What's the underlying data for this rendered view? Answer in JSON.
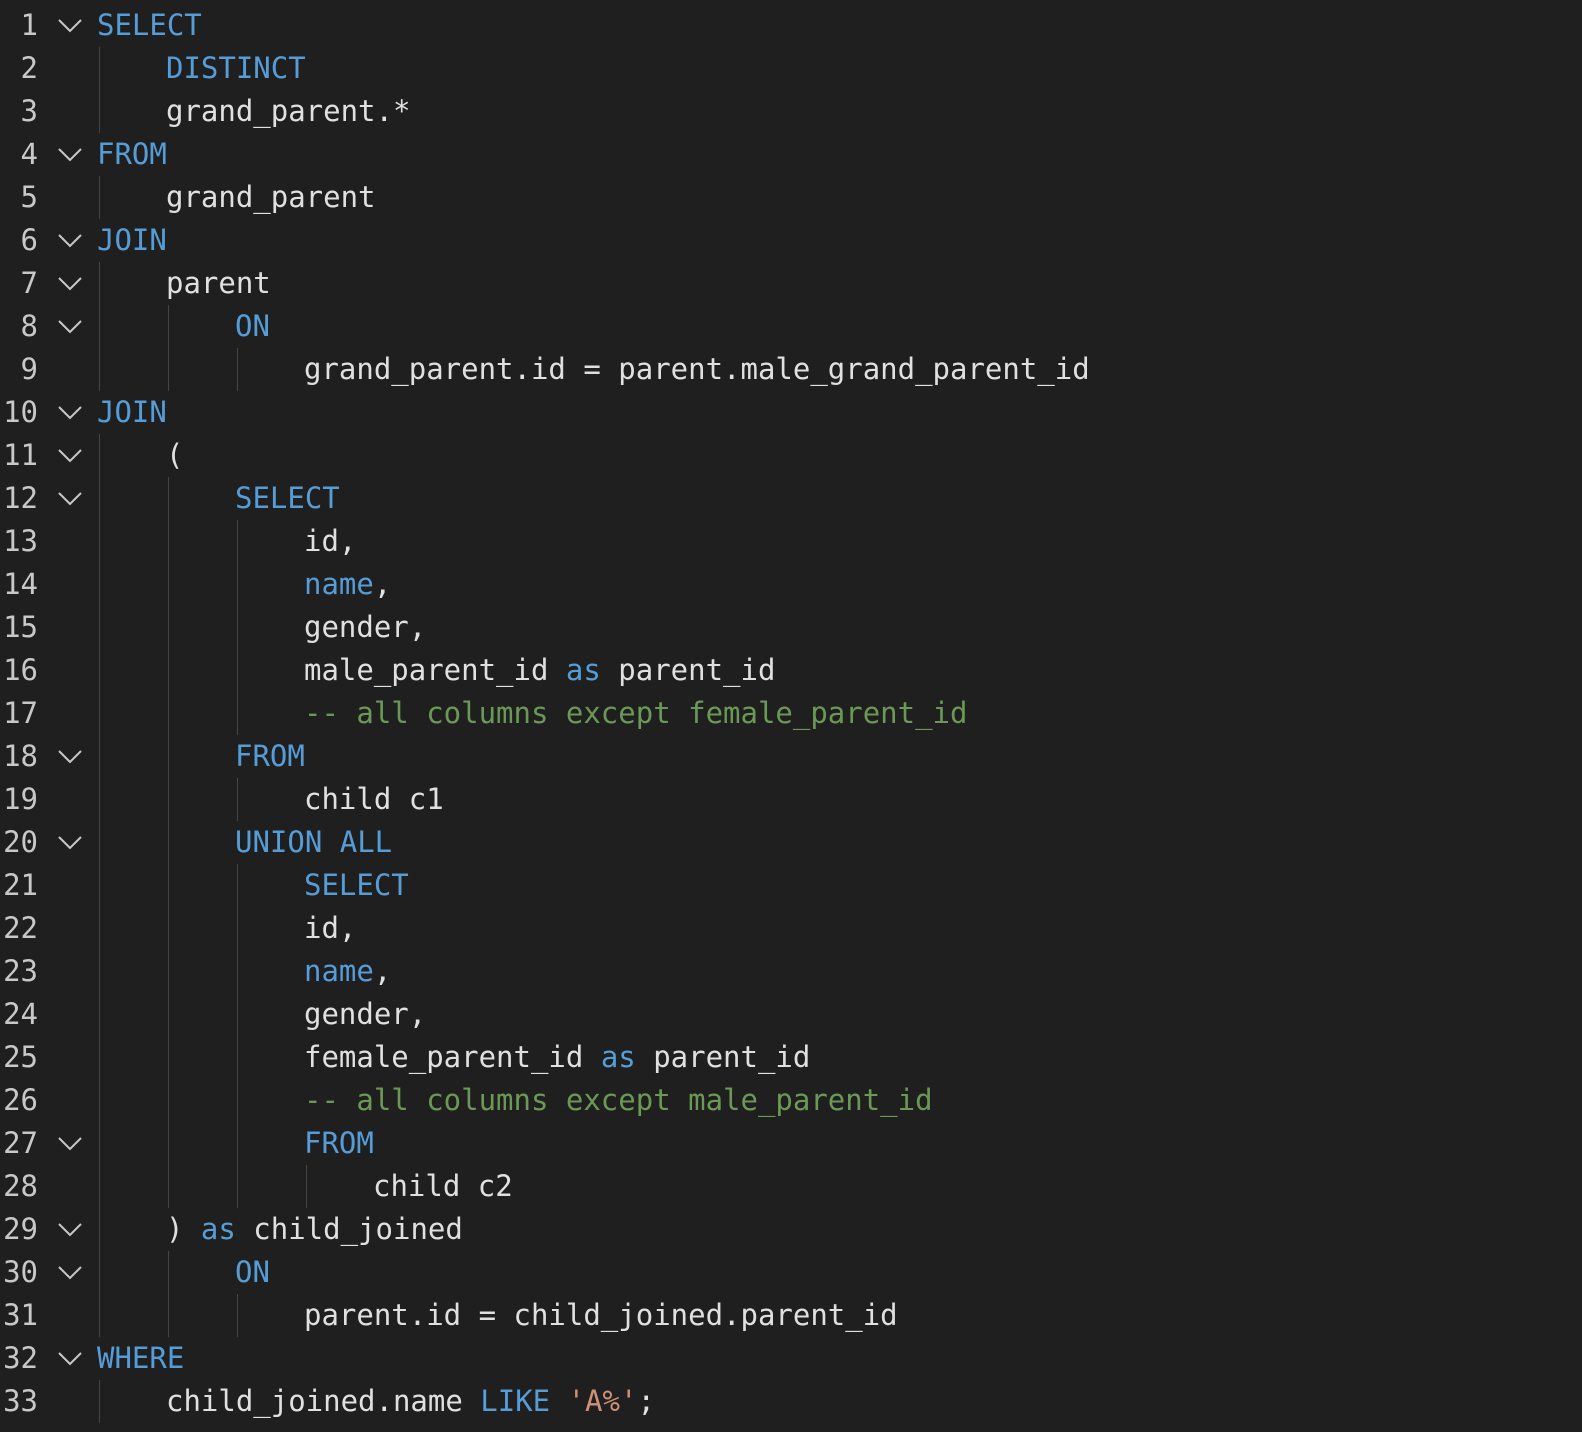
{
  "editor": {
    "colors": {
      "background": "#1f1f1f",
      "keyword": "#569cd6",
      "identifier": "#e0e0e0",
      "comment": "#6a9955",
      "string": "#ce9178",
      "line_number": "#c8c8c8",
      "indent_guide": "#454545"
    },
    "lines": [
      {
        "n": "1",
        "indent": 0,
        "fold": true,
        "tokens": [
          {
            "t": "SELECT",
            "c": "kw"
          }
        ]
      },
      {
        "n": "2",
        "indent": 1,
        "fold": false,
        "tokens": [
          {
            "t": "DISTINCT",
            "c": "kw"
          }
        ]
      },
      {
        "n": "3",
        "indent": 1,
        "fold": false,
        "tokens": [
          {
            "t": "grand_parent.*",
            "c": "id"
          }
        ]
      },
      {
        "n": "4",
        "indent": 0,
        "fold": true,
        "tokens": [
          {
            "t": "FROM",
            "c": "kw"
          }
        ]
      },
      {
        "n": "5",
        "indent": 1,
        "fold": false,
        "tokens": [
          {
            "t": "grand_parent",
            "c": "id"
          }
        ]
      },
      {
        "n": "6",
        "indent": 0,
        "fold": true,
        "tokens": [
          {
            "t": "JOIN",
            "c": "kw"
          }
        ]
      },
      {
        "n": "7",
        "indent": 1,
        "fold": true,
        "tokens": [
          {
            "t": "parent",
            "c": "id"
          }
        ]
      },
      {
        "n": "8",
        "indent": 2,
        "fold": true,
        "tokens": [
          {
            "t": "ON",
            "c": "kw"
          }
        ]
      },
      {
        "n": "9",
        "indent": 3,
        "fold": false,
        "tokens": [
          {
            "t": "grand_parent.id = parent.male_grand_parent_id",
            "c": "id"
          }
        ]
      },
      {
        "n": "10",
        "indent": 0,
        "fold": true,
        "tokens": [
          {
            "t": "JOIN",
            "c": "kw"
          }
        ]
      },
      {
        "n": "11",
        "indent": 1,
        "fold": true,
        "tokens": [
          {
            "t": "(",
            "c": "id"
          }
        ]
      },
      {
        "n": "12",
        "indent": 2,
        "fold": true,
        "tokens": [
          {
            "t": "SELECT",
            "c": "kw"
          }
        ]
      },
      {
        "n": "13",
        "indent": 3,
        "fold": false,
        "tokens": [
          {
            "t": "id,",
            "c": "id"
          }
        ]
      },
      {
        "n": "14",
        "indent": 3,
        "fold": false,
        "tokens": [
          {
            "t": "name",
            "c": "kw"
          },
          {
            "t": ",",
            "c": "id"
          }
        ]
      },
      {
        "n": "15",
        "indent": 3,
        "fold": false,
        "tokens": [
          {
            "t": "gender,",
            "c": "id"
          }
        ]
      },
      {
        "n": "16",
        "indent": 3,
        "fold": false,
        "tokens": [
          {
            "t": "male_parent_id ",
            "c": "id"
          },
          {
            "t": "as",
            "c": "kw"
          },
          {
            "t": " parent_id",
            "c": "id"
          }
        ]
      },
      {
        "n": "17",
        "indent": 3,
        "fold": false,
        "tokens": [
          {
            "t": "-- all columns except female_parent_id",
            "c": "cm"
          }
        ]
      },
      {
        "n": "18",
        "indent": 2,
        "fold": true,
        "tokens": [
          {
            "t": "FROM",
            "c": "kw"
          }
        ]
      },
      {
        "n": "19",
        "indent": 3,
        "fold": false,
        "tokens": [
          {
            "t": "child c1",
            "c": "id"
          }
        ]
      },
      {
        "n": "20",
        "indent": 2,
        "fold": true,
        "tokens": [
          {
            "t": "UNION ALL",
            "c": "kw"
          }
        ]
      },
      {
        "n": "21",
        "indent": 3,
        "fold": false,
        "tokens": [
          {
            "t": "SELECT",
            "c": "kw"
          }
        ]
      },
      {
        "n": "22",
        "indent": 3,
        "fold": false,
        "tokens": [
          {
            "t": "id,",
            "c": "id"
          }
        ]
      },
      {
        "n": "23",
        "indent": 3,
        "fold": false,
        "tokens": [
          {
            "t": "name",
            "c": "kw"
          },
          {
            "t": ",",
            "c": "id"
          }
        ]
      },
      {
        "n": "24",
        "indent": 3,
        "fold": false,
        "tokens": [
          {
            "t": "gender,",
            "c": "id"
          }
        ]
      },
      {
        "n": "25",
        "indent": 3,
        "fold": false,
        "tokens": [
          {
            "t": "female_parent_id ",
            "c": "id"
          },
          {
            "t": "as",
            "c": "kw"
          },
          {
            "t": " parent_id",
            "c": "id"
          }
        ]
      },
      {
        "n": "26",
        "indent": 3,
        "fold": false,
        "tokens": [
          {
            "t": "-- all columns except male_parent_id",
            "c": "cm"
          }
        ]
      },
      {
        "n": "27",
        "indent": 3,
        "fold": true,
        "tokens": [
          {
            "t": "FROM",
            "c": "kw"
          }
        ]
      },
      {
        "n": "28",
        "indent": 4,
        "fold": false,
        "tokens": [
          {
            "t": "child c2",
            "c": "id"
          }
        ]
      },
      {
        "n": "29",
        "indent": 1,
        "fold": true,
        "tokens": [
          {
            "t": ") ",
            "c": "id"
          },
          {
            "t": "as",
            "c": "kw"
          },
          {
            "t": " child_joined",
            "c": "id"
          }
        ]
      },
      {
        "n": "30",
        "indent": 2,
        "fold": true,
        "tokens": [
          {
            "t": "ON",
            "c": "kw"
          }
        ]
      },
      {
        "n": "31",
        "indent": 3,
        "fold": false,
        "tokens": [
          {
            "t": "parent.id = child_joined.parent_id",
            "c": "id"
          }
        ]
      },
      {
        "n": "32",
        "indent": 0,
        "fold": true,
        "tokens": [
          {
            "t": "WHERE",
            "c": "kw"
          }
        ]
      },
      {
        "n": "33",
        "indent": 1,
        "fold": false,
        "tokens": [
          {
            "t": "child_joined.name ",
            "c": "id"
          },
          {
            "t": "LIKE",
            "c": "kw"
          },
          {
            "t": " ",
            "c": "id"
          },
          {
            "t": "'A%'",
            "c": "st"
          },
          {
            "t": ";",
            "c": "id"
          }
        ]
      }
    ]
  }
}
